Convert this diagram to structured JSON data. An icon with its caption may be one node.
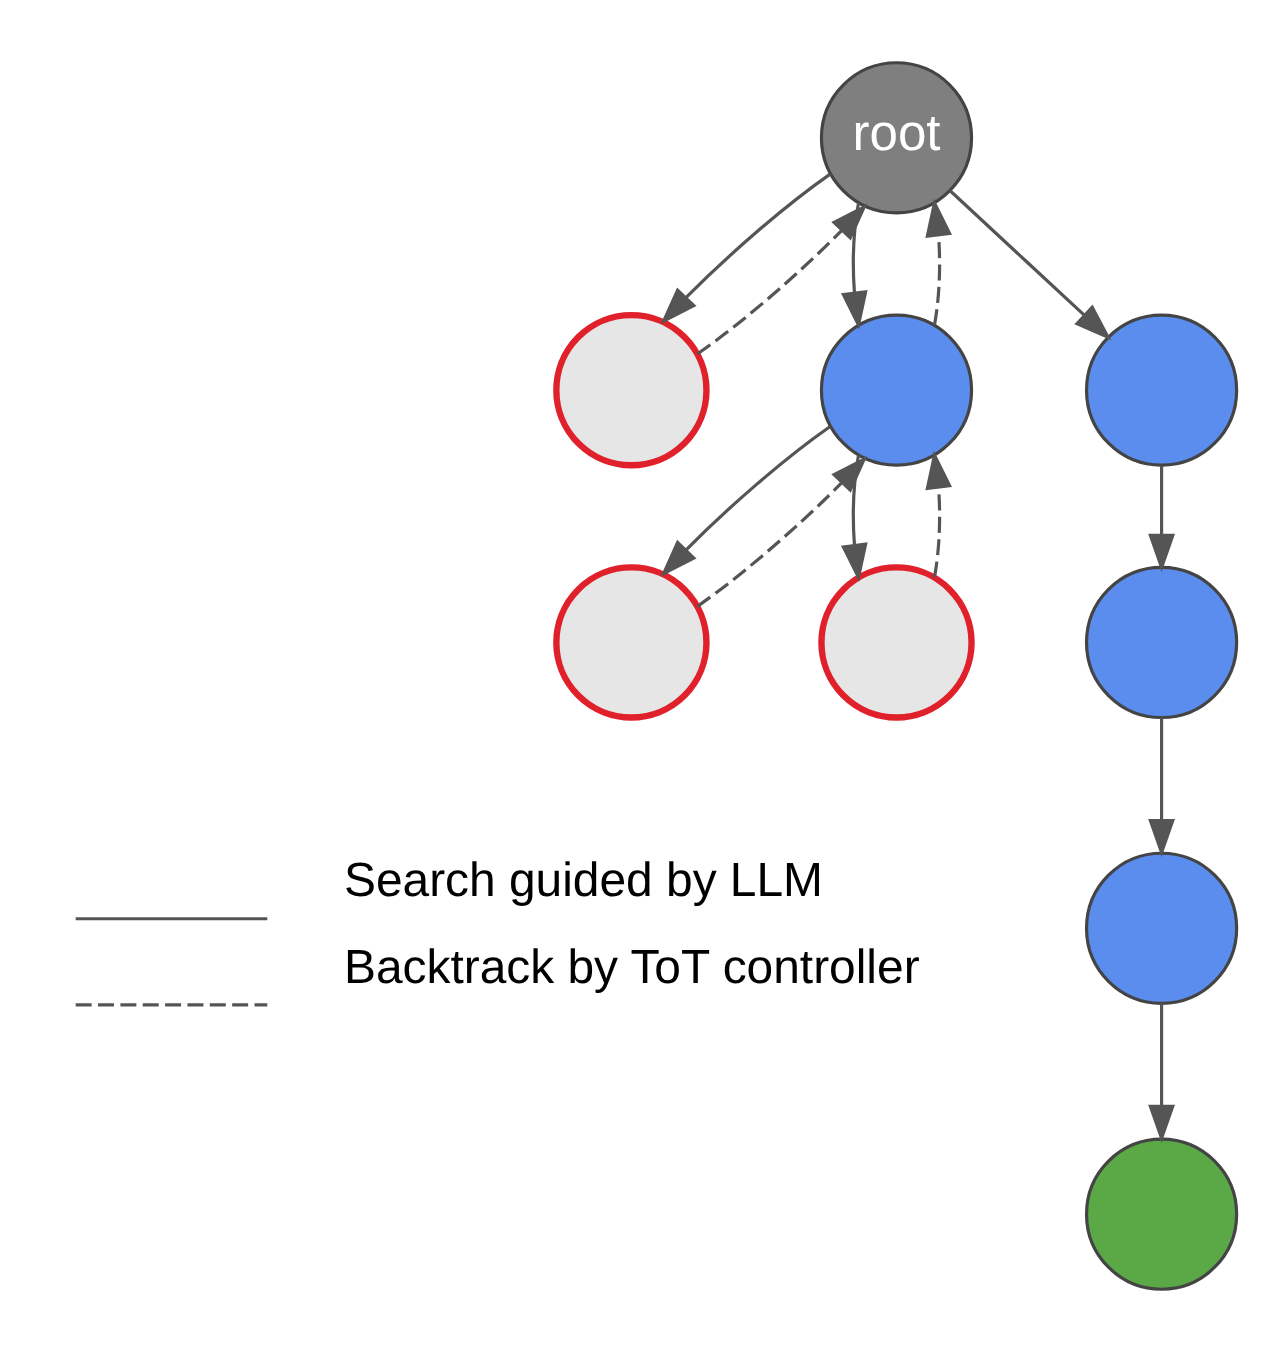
{
  "diagram": {
    "nodes": [
      {
        "text": [
          "root"
        ]
      },
      {
        "text": [],
        "shape": "circle"
      },
      {
        "text": [],
        "shape": "circle"
      },
      {
        "text": [],
        "shape": "circle"
      },
      {
        "text": [],
        "shape": "circle"
      },
      {
        "text": [],
        "shape": "circle"
      },
      {
        "text": [],
        "shape": "circle"
      },
      {
        "text": [],
        "shape": "circle"
      },
      {
        "text": [],
        "shape": "circle"
      }
    ],
    "edges": [
      {
        "from": 0,
        "to": 1,
        "arrow": "to"
      },
      {
        "from": 1,
        "to": 0,
        "arrow": "to",
        "style": "dashed"
      },
      {
        "from": 0,
        "to": 2,
        "arrow": "to"
      },
      {
        "from": 2,
        "to": 0,
        "arrow": "to",
        "style": "dashed"
      },
      {
        "from": 2,
        "to": 3,
        "arrow": "to"
      },
      {
        "from": 3,
        "to": 2,
        "arrow": "to",
        "style": "dashed"
      },
      {
        "from": 2,
        "to": 4,
        "arrow": "to"
      },
      {
        "from": 4,
        "to": 2,
        "arrow": "to",
        "style": "dashed"
      },
      {
        "from": 0,
        "to": 5,
        "arrow": "to"
      },
      {
        "from": 5,
        "to": 6,
        "arrow": "to"
      },
      {
        "from": 6,
        "to": 7,
        "arrow": "to"
      },
      {
        "from": 7,
        "to": 8,
        "arrow": "to"
      }
    ],
    "legend": [
      {
        "text": "Search guided by LLM"
      },
      {
        "text": "Backtrack by ToT controller"
      }
    ]
  }
}
